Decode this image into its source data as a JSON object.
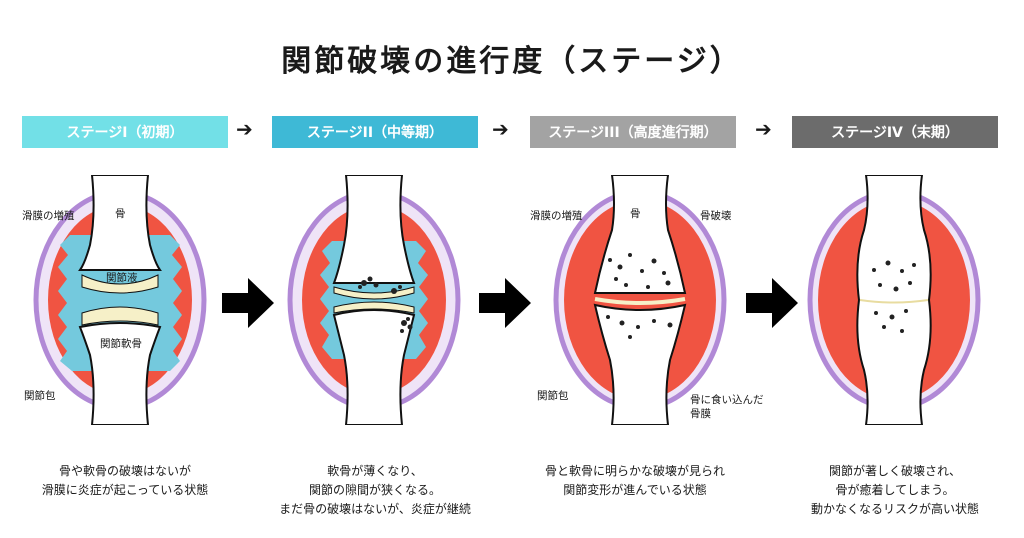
{
  "title": "関節破壊の進行度（ステージ）",
  "colors": {
    "stage1": "#72e0e7",
    "stage2": "#3eb9d6",
    "stage3": "#a3a3a3",
    "stage4": "#6c6c6c",
    "synovium": "#f05442",
    "capsule": "#b189d6",
    "fluid": "#74c9dd",
    "cartilage": "#f6f0c8"
  },
  "stages": [
    {
      "label": "ステージI（初期）",
      "desc": [
        "骨や軟骨の破壊はないが",
        "滑膜に炎症が起こっている状態"
      ]
    },
    {
      "label": "ステージII（中等期）",
      "desc": [
        "軟骨が薄くなり、",
        "関節の隙間が狭くなる。",
        "まだ骨の破壊はないが、炎症が継続"
      ]
    },
    {
      "label": "ステージIII（高度進行期）",
      "desc": [
        "骨と軟骨に明らかな破壊が見られ",
        "関節変形が進んでいる状態"
      ]
    },
    {
      "label": "ステージIV（末期）",
      "desc": [
        "関節が著しく破壊され、",
        "骨が癒着してしまう。",
        "動かなくなるリスクが高い状態"
      ]
    }
  ],
  "arrows": {
    "small": "➔"
  },
  "labels": {
    "s1": {
      "synovium": "滑膜の増殖",
      "bone": "骨",
      "fluid": "関節液",
      "cartilage": "関節軟骨",
      "capsule": "関節包"
    },
    "s3": {
      "synovium": "滑膜の増殖",
      "bone": "骨",
      "bone_destruction": "骨破壊",
      "capsule": "関節包",
      "pannus_1": "骨に食い込んだ",
      "pannus_2": "骨膜"
    }
  }
}
